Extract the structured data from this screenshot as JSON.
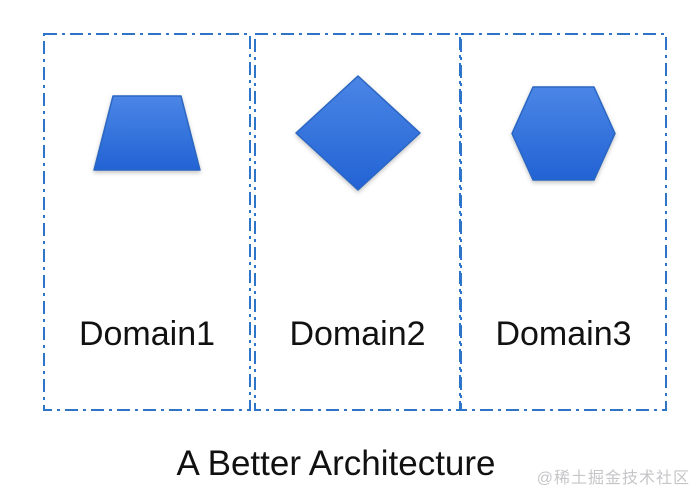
{
  "title": "A Better Architecture",
  "watermark": "@稀土掘金技术社区",
  "box_border_color": "#2e74c8",
  "shape_style": {
    "gradient_top": "#4b86e6",
    "gradient_bottom": "#2263d4",
    "stroke": "#2a66c2"
  },
  "domains": [
    {
      "label": "Domain1",
      "shape": "trapezoid"
    },
    {
      "label": "Domain2",
      "shape": "diamond"
    },
    {
      "label": "Domain3",
      "shape": "hexagon"
    }
  ]
}
